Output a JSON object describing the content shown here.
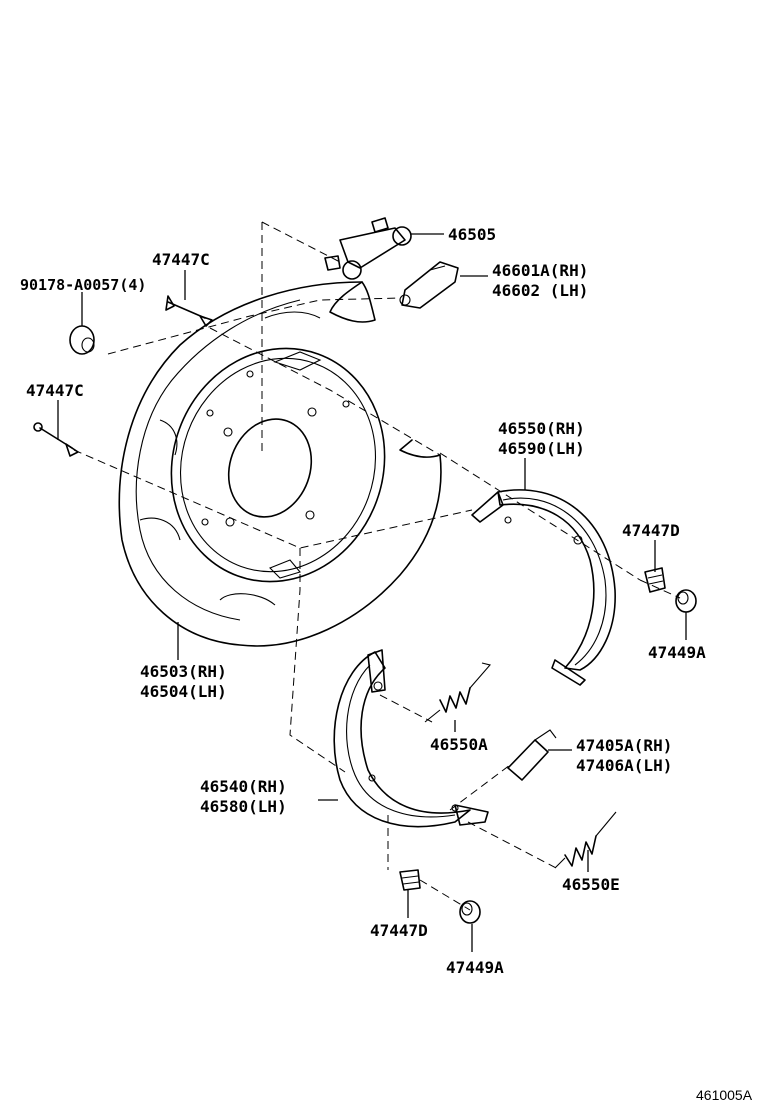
{
  "labels": {
    "p46505": "46505",
    "p46601a": "46601A(RH)",
    "p46602": "46602  (LH)",
    "p47447c_top": "47447C",
    "p90178": "90178-A0057(4)",
    "p47447c_mid": "47447C",
    "p46550": "46550(RH)",
    "p46590": "46590(LH)",
    "p47447d_right": "47447D",
    "p47449a_right": "47449A",
    "p46503": "46503(RH)",
    "p46504": "46504(LH)",
    "p46550a": "46550A",
    "p47405a": "47405A(RH)",
    "p47406a": "47406A(LH)",
    "p46540": "46540(RH)",
    "p46580": "46580(LH)",
    "p46550e": "46550E",
    "p47447d_bottom": "47447D",
    "p47449a_bottom": "47449A"
  },
  "figure_ref": "461005A"
}
